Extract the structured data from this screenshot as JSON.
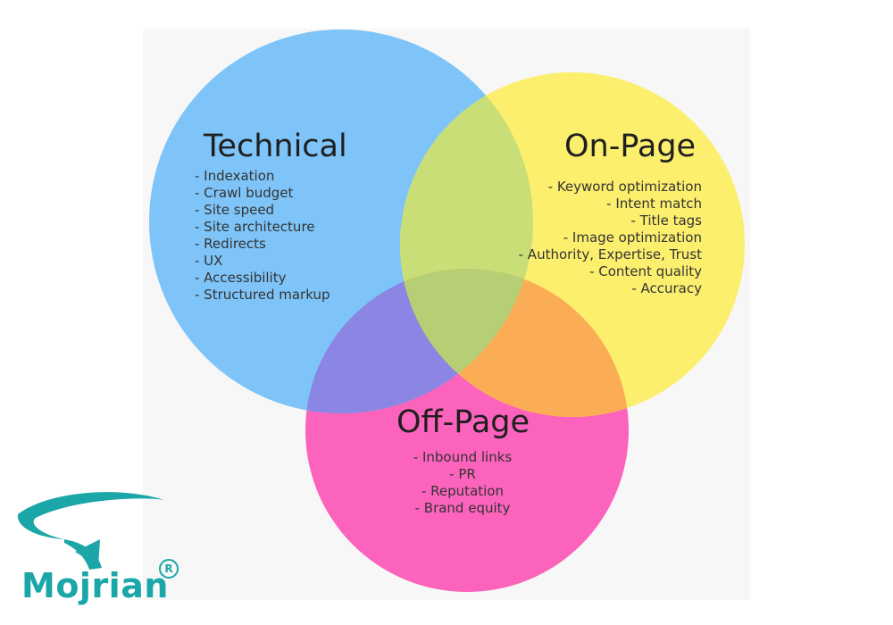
{
  "diagram": {
    "technical": {
      "title": "Technical",
      "color": "#7ec4f8",
      "items": [
        "- Indexation",
        "- Crawl budget",
        "- Site speed",
        "- Site architecture",
        "- Redirects",
        "- UX",
        "- Accessibility",
        "- Structured markup"
      ]
    },
    "onpage": {
      "title": "On-Page",
      "color": "#fcef6e",
      "items": [
        "- Keyword optimization",
        "- Intent match",
        "- Title tags",
        "- Image optimization",
        "- Authority, Expertise, Trust",
        "- Content quality",
        "- Accuracy"
      ]
    },
    "offpage": {
      "title": "Off-Page",
      "color": "#fc63bc",
      "items": [
        "- Inbound links",
        "- PR",
        "- Reputation",
        "- Brand equity"
      ]
    },
    "overlap_colors": {
      "technical_onpage": "#c9de76",
      "technical_offpage": "#8b86e3",
      "onpage_offpage": "#fbad56",
      "all": "#b7cf74"
    }
  },
  "logo": {
    "text": "Mojrian",
    "reg_mark": "R",
    "color": "#1ba6a8"
  }
}
